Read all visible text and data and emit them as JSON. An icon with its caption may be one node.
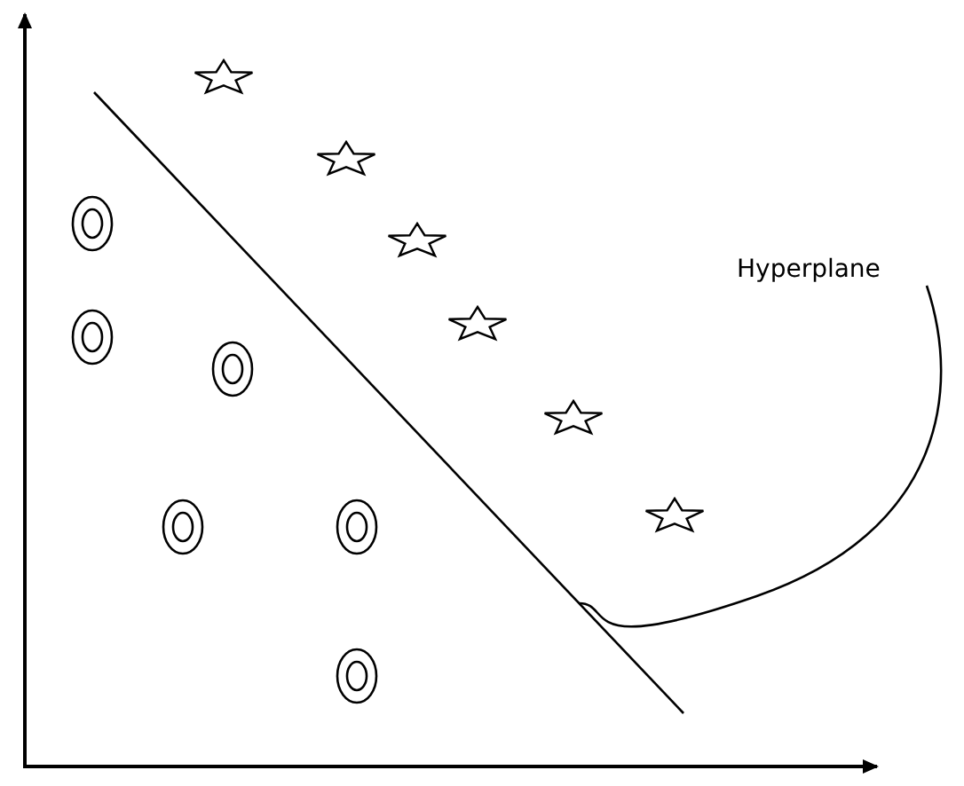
{
  "diagram": {
    "nodes": [
      {
        "text": [
          "Hyperplane"
        ]
      },
      {
        "text": [],
        "shape": "line"
      }
    ],
    "edges": [
      {
        "from": 0,
        "to": 1,
        "arrow": "none"
      }
    ]
  }
}
